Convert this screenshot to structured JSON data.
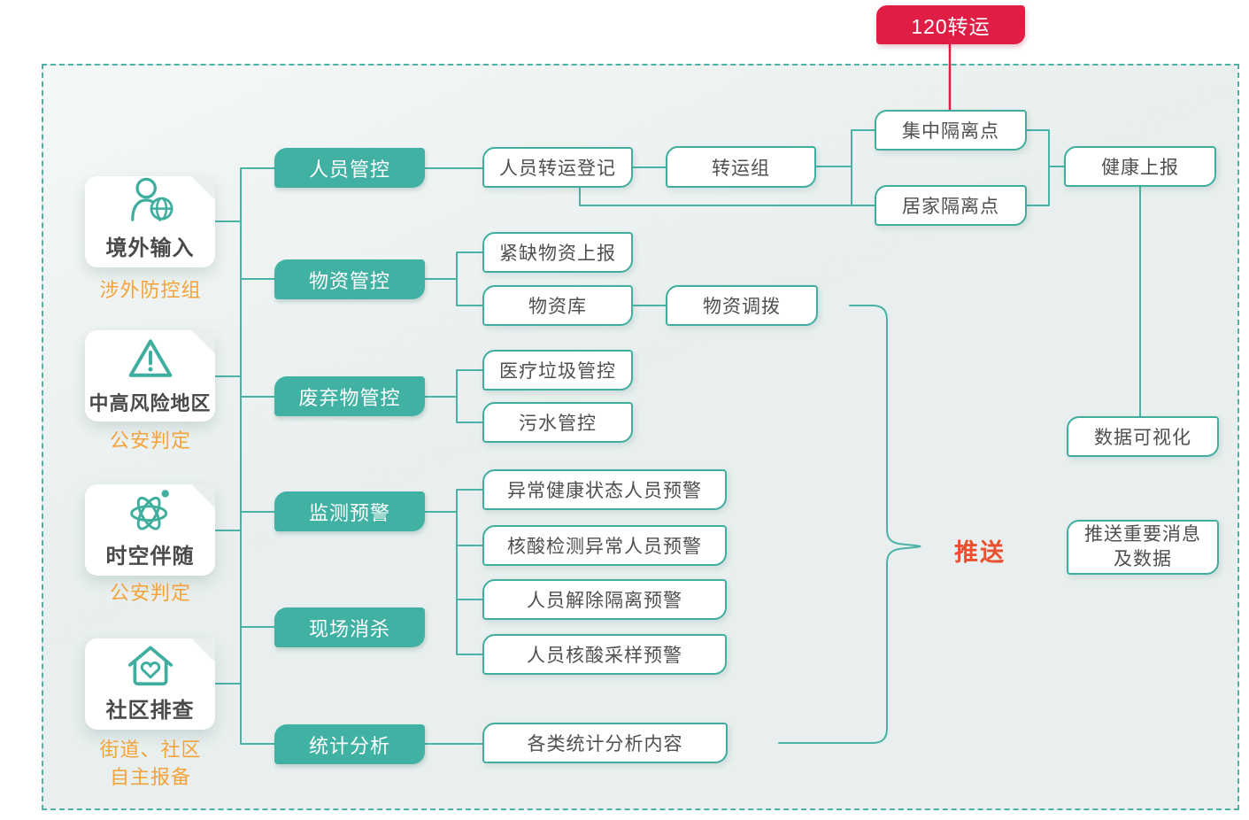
{
  "palette": {
    "teal_fill": "#41b1a3",
    "teal_line": "#4ab3a6",
    "crimson": "#e01d45",
    "orange_label": "#f2a33c",
    "orange_red": "#e85030",
    "text_dark": "#4f4f4f",
    "panel_bg": "#e8efee"
  },
  "top": {
    "transfer_badge": "120转运"
  },
  "sources": [
    {
      "icon": "person-globe-icon",
      "title": "境外输入",
      "subtitle": "涉外防控组"
    },
    {
      "icon": "warning-triangle-icon",
      "title": "中高风险地区",
      "subtitle": "公安判定"
    },
    {
      "icon": "atom-icon",
      "title": "时空伴随",
      "subtitle": "公安判定"
    },
    {
      "icon": "house-heart-icon",
      "title": "社区排查",
      "subtitle": "街道、社区",
      "subtitle2": "自主报备"
    }
  ],
  "categories": [
    {
      "label": "人员管控"
    },
    {
      "label": "物资管控"
    },
    {
      "label": "废弃物管控"
    },
    {
      "label": "监测预警"
    },
    {
      "label": "现场消杀"
    },
    {
      "label": "统计分析"
    }
  ],
  "nodes": {
    "transfer_registration": "人员转运登记",
    "transfer_team": "转运组",
    "central_isolation": "集中隔离点",
    "home_isolation": "居家隔离点",
    "health_report": "健康上报",
    "scarce_supplies_report": "紧缺物资上报",
    "supplies_warehouse": "物资库",
    "supplies_allocation": "物资调拨",
    "medical_waste_control": "医疗垃圾管控",
    "sewage_control": "污水管控",
    "abnormal_health_warning": "异常健康状态人员预警",
    "nucleic_abnormal_warning": "核酸检测异常人员预警",
    "isolation_release_warning": "人员解除隔离预警",
    "nucleic_sampling_warning": "人员核酸采样预警",
    "statistics_content": "各类统计分析内容",
    "data_visualization": "数据可视化",
    "push_messages_line1": "推送重要消息",
    "push_messages_line2": "及数据"
  },
  "push_label": "推送"
}
